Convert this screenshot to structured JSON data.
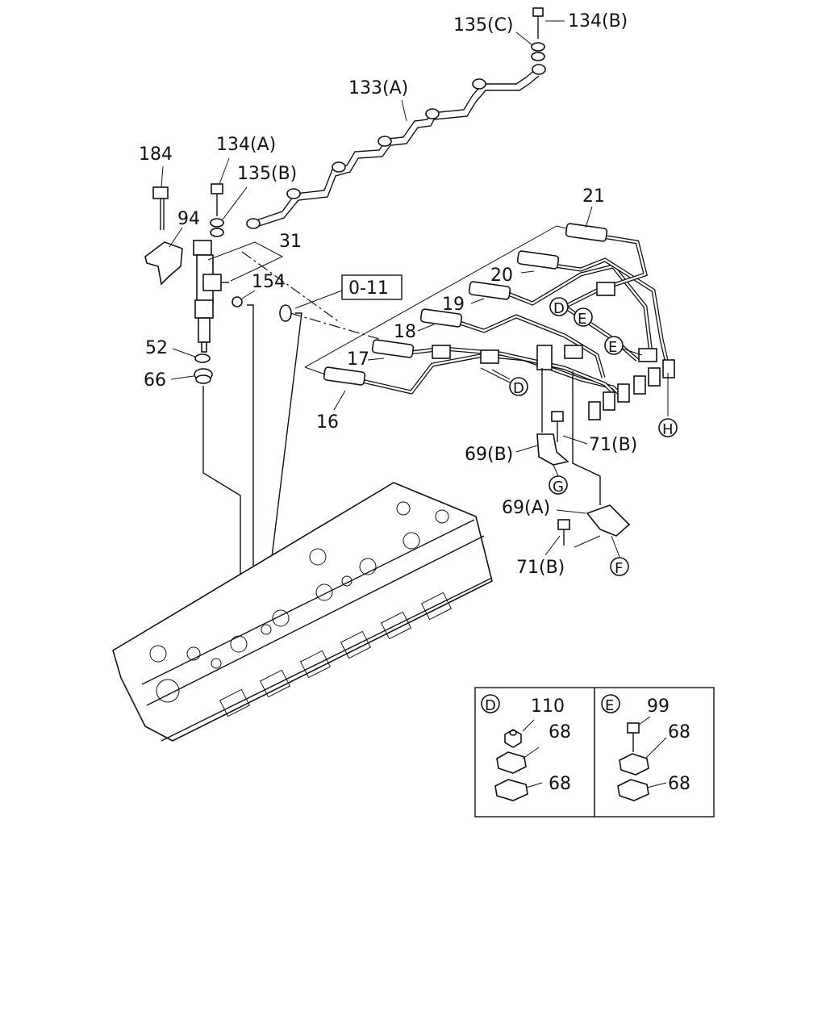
{
  "diagram": {
    "labels": {
      "l135c": "135(C)",
      "l134b": "134(B)",
      "l133a": "133(A)",
      "l184": "184",
      "l134a": "134(A)",
      "l135b": "135(B)",
      "l94": "94",
      "l31": "31",
      "l154": "154",
      "l011": "0-11",
      "l21": "21",
      "l20": "20",
      "l19": "19",
      "l18": "18",
      "l17": "17",
      "l16": "16",
      "l52": "52",
      "l66": "66",
      "l69b": "69(B)",
      "l71b_top": "71(B)",
      "l69a": "69(A)",
      "l71b_bottom": "71(B)"
    },
    "callouts": {
      "d1": "D",
      "d2": "D",
      "e1": "E",
      "e2": "E",
      "h": "H",
      "g": "G",
      "f": "F"
    },
    "detail_d": {
      "tag": "D",
      "nut": "110",
      "clamp_top": "68",
      "clamp_bottom": "68"
    },
    "detail_e": {
      "tag": "E",
      "bolt": "99",
      "clamp_top": "68",
      "clamp_bottom": "68"
    }
  }
}
